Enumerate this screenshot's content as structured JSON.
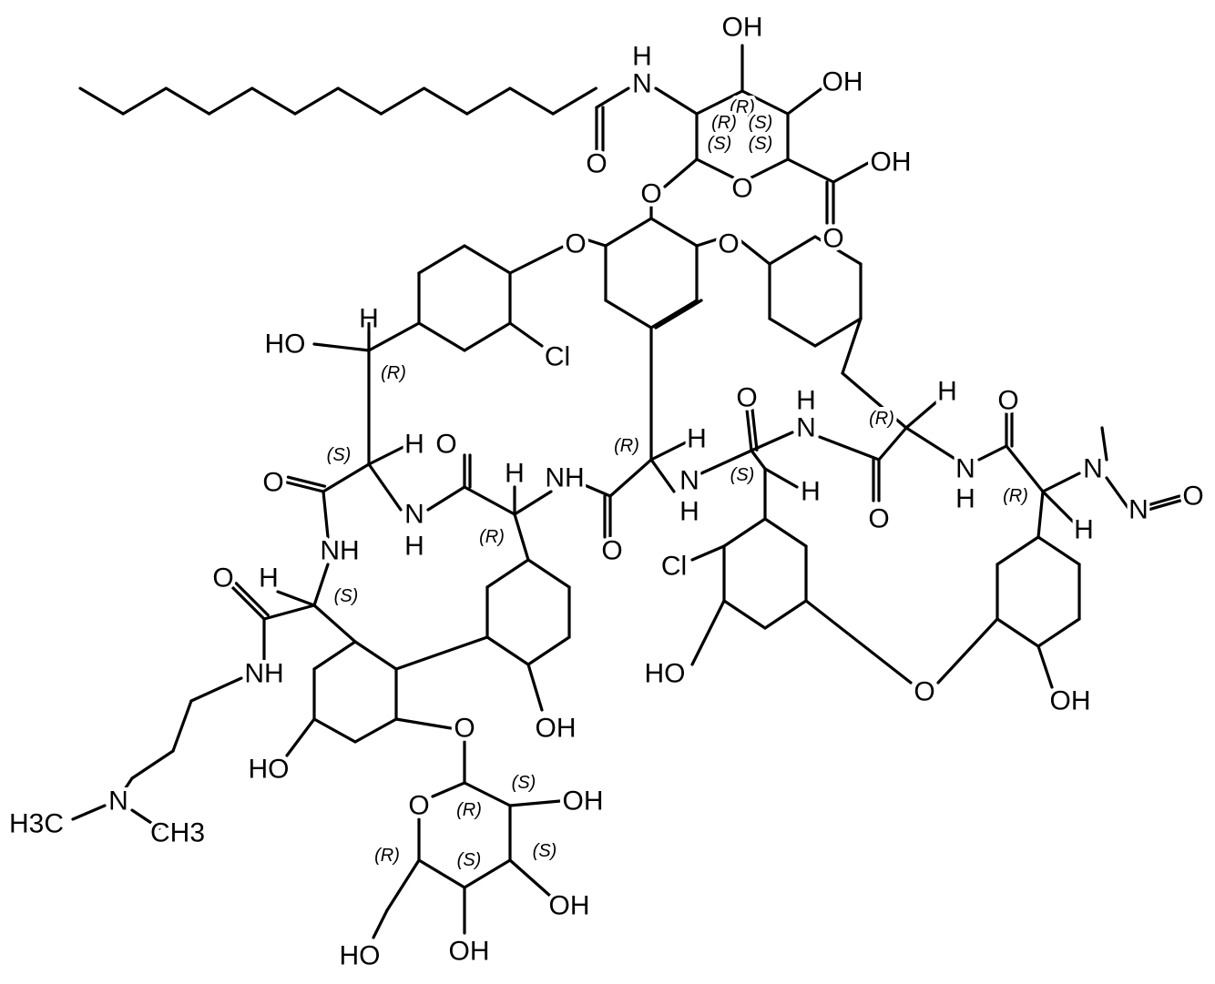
{
  "diagram": {
    "type": "chemical-structure",
    "line_color": "#000000",
    "background": "#ffffff",
    "atoms": {
      "nh_top": "H",
      "n_top": "N",
      "oh_c3": "OH",
      "oh_c4": "OH",
      "cooh": "OH",
      "o_cooh": "O",
      "o_amide_lipid": "O",
      "o_ring_sugar": "O",
      "o_glyco": "O",
      "o_ether_left": "O",
      "o_ether_right": "O",
      "cl_top": "Cl",
      "h_r1": "H",
      "ho_r1": "HO",
      "h_s1": "H",
      "o_amide1": "O",
      "nh1": "NH",
      "nh2_n": "N",
      "nh2_h": "H",
      "o_amide2": "O",
      "h_r2": "H",
      "nh3": "NH",
      "o_amide3": "O",
      "h_r3": "H",
      "nh4_n": "N",
      "nh4_h": "H",
      "o_amide4": "O",
      "nh5_h": "H",
      "nh5_n": "N",
      "h_s2": "H",
      "o_amide5": "O",
      "h_r4": "H",
      "nh6_n": "N",
      "nh6_h": "H",
      "o_amide6": "O",
      "n_methyl": "N",
      "n_nitroso": "N",
      "o_nitroso": "O",
      "h_r5": "H",
      "cl_bottom": "Cl",
      "ho_ringC": "HO",
      "o_biaryl_ether": "O",
      "oh_ringD": "OH",
      "o_amide7": "O",
      "h_s3": "H",
      "nh7": "NH",
      "ho_ringA": "HO",
      "o_sugar_link": "O",
      "oh_ringB": "OH",
      "n_dimethyl": "N",
      "h3c": "H3C",
      "ch3": "CH3",
      "o_ring_sugar2": "O",
      "oh_s1": "OH",
      "oh_s2": "OH",
      "oh_s3": "OH",
      "ho_ch2": "HO"
    },
    "stereo_labels": {
      "s_top_r": "(R)",
      "s_top_r2": "(R)",
      "s_top_s1": "(S)",
      "s_top_s2": "(S)",
      "s_top_s3": "(S)",
      "r1": "(R)",
      "s1": "(S)",
      "r2": "(R)",
      "r3": "(R)",
      "s2": "(S)",
      "r4": "(R)",
      "r5": "(R)",
      "s3": "(S)",
      "g_r1": "(R)",
      "g_s1": "(S)",
      "g_s2": "(S)",
      "g_s3": "(S)",
      "g_r2": "(R)"
    }
  }
}
